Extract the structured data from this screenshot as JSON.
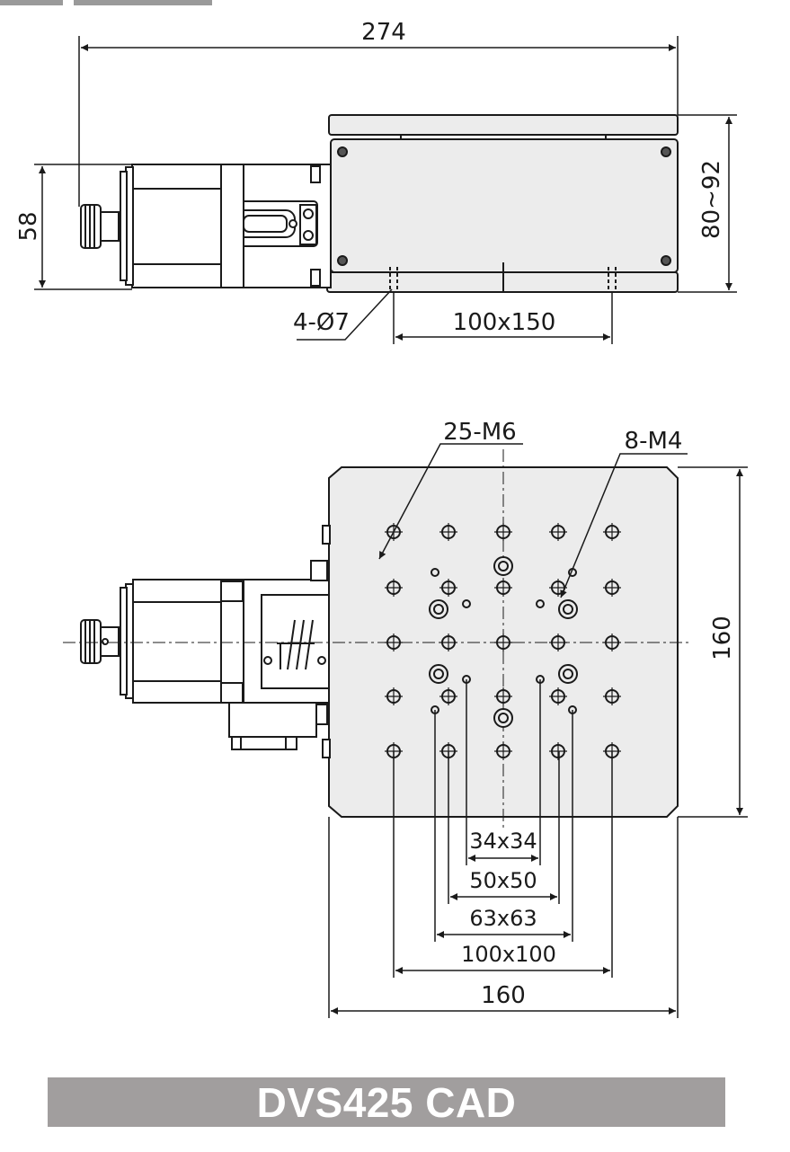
{
  "side_view": {
    "overall_length": "274",
    "motor_height": "58",
    "stage_height": "80~92",
    "mount_holes": "4-Ø7",
    "mount_pattern": "100x150"
  },
  "top_view": {
    "tapped_holes_m6": "25-M6",
    "tapped_holes_m4": "8-M4",
    "table_height": "160",
    "table_width": "160",
    "patterns": [
      "34x34",
      "50x50",
      "63x63",
      "100x100"
    ]
  },
  "title": "DVS425 CAD",
  "colors": {
    "line": "#1a1a1a",
    "part_fill": "#ececec",
    "title_bar": "#a19e9e",
    "title_text": "#ffffff"
  }
}
